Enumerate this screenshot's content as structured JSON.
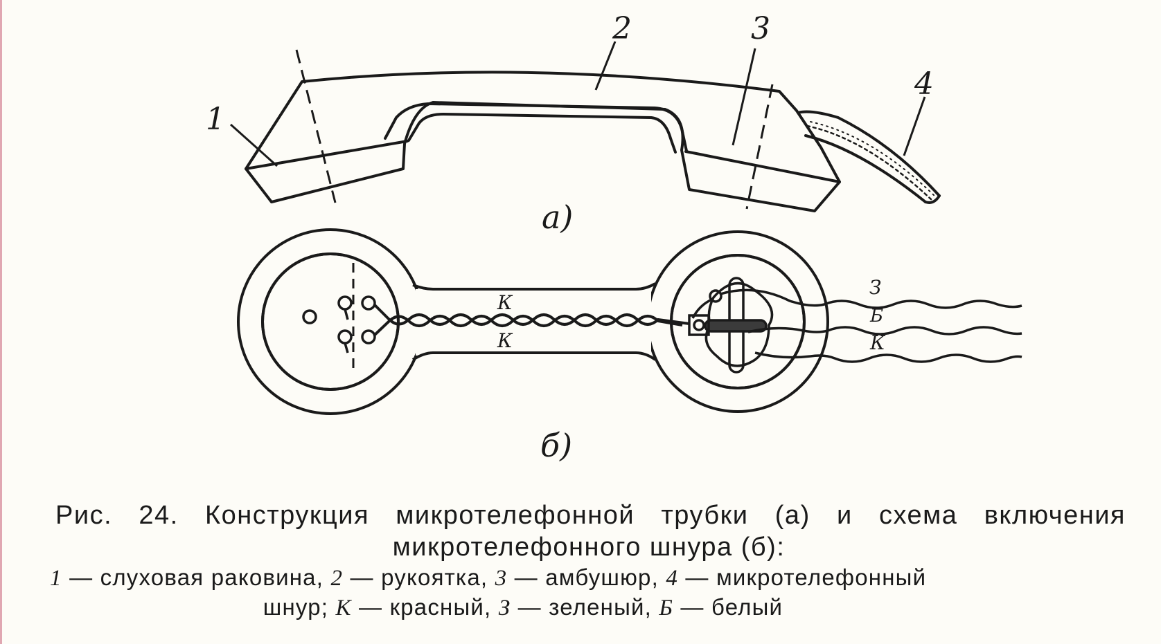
{
  "labels": {
    "part1": "1",
    "part2": "2",
    "part3": "3",
    "part4": "4",
    "view_a": "а)",
    "view_b": "б)",
    "wire_k_top": "К",
    "wire_k_bottom": "К",
    "cord_green": "З",
    "cord_white": "Б",
    "cord_red": "К"
  },
  "caption": {
    "line1": "Рис. 24. Конструкция микротелефонной трубки (а) и схема включения",
    "line2": "микротелефонного шнура (б):"
  },
  "legend": {
    "n1": "1",
    "t1": " — слуховая раковина, ",
    "n2": "2",
    "t2": " — рукоятка, ",
    "n3": "3",
    "t3": " — амбушюр, ",
    "n4": "4",
    "t4": " — микротелефонный",
    "t5": "шнур; ",
    "k": "К",
    "t6": " — красный, ",
    "z": "З",
    "t7": " — зеленый, ",
    "b": "Б",
    "t8": " — белый"
  }
}
